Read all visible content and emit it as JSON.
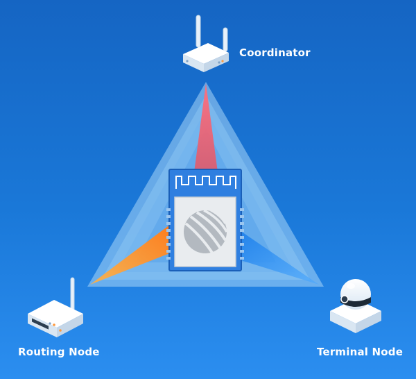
{
  "labels": {
    "coordinator": "Coordinator",
    "routing_node": "Routing Node",
    "terminal_node": "Terminal Node"
  },
  "colors": {
    "background_top": "#1565c3",
    "background_bottom": "#2b8ef0",
    "triangle_fill": "#9fd0f5",
    "module_blue": "#2f7fe0",
    "beam_coordinator": "#e05a6a",
    "beam_routing": "#ff8c2a",
    "beam_terminal": "#3fa4ff"
  },
  "icons": {
    "coordinator": "wifi-router-icon",
    "routing_node": "routing-router-icon",
    "terminal_node": "dome-camera-icon",
    "module": "zigbee-module-icon",
    "module_logo": "striped-sphere-logo-icon"
  }
}
